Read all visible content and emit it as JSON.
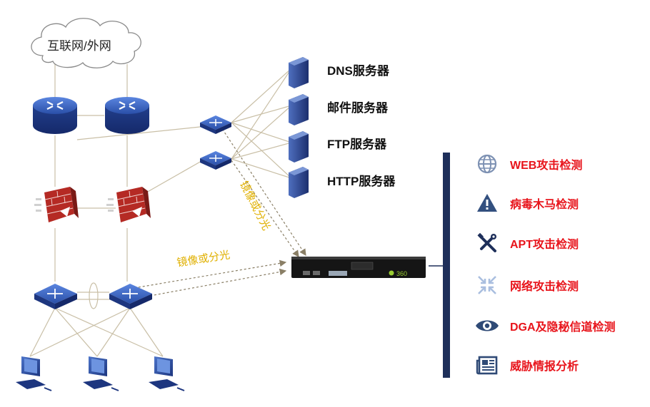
{
  "cloud_label": "互联网/外网",
  "servers": [
    {
      "label": "DNS服务器"
    },
    {
      "label": "邮件服务器"
    },
    {
      "label": "FTP服务器"
    },
    {
      "label": "HTTP服务器"
    }
  ],
  "mirror_labels": {
    "horizontal": "镜像或分光",
    "vertical": "镜像或分光"
  },
  "appliance_brand": "360",
  "features": [
    {
      "label": "WEB攻击检测",
      "icon": "globe-icon"
    },
    {
      "label": "病毒木马检测",
      "icon": "warning-icon"
    },
    {
      "label": "APT攻击检测",
      "icon": "tools-icon"
    },
    {
      "label": "网络攻击检测",
      "icon": "compress-arrows-icon"
    },
    {
      "label": "DGA及隐秘信道检测",
      "icon": "eye-icon"
    },
    {
      "label": "威胁情报分析",
      "icon": "newspaper-icon"
    }
  ],
  "colors": {
    "feature_text": "#e8141b",
    "bracket": "#1e2f5a",
    "device_blue": "#2a4fa8",
    "firewall_red": "#b52a24",
    "mirror_label": "#e0b000",
    "link_line": "#c9bfa6"
  }
}
